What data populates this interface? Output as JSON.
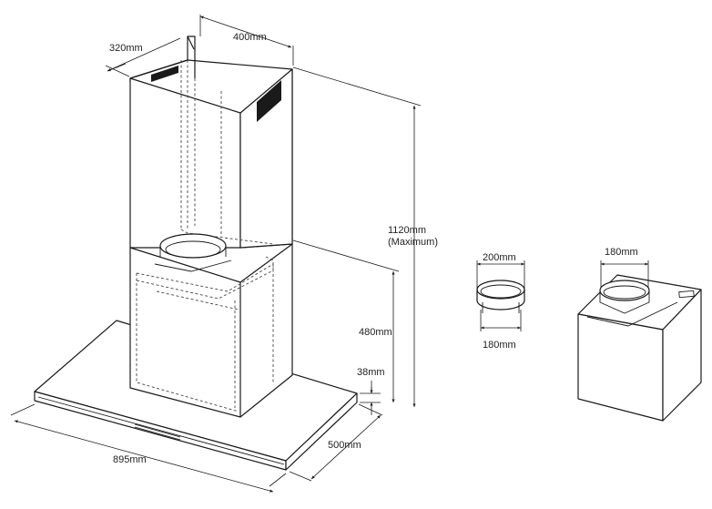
{
  "labels": {
    "chimney_depth": "320mm",
    "chimney_width": "400mm",
    "total_height": "1120mm",
    "total_height_note": "(Maximum)",
    "body_height": "480mm",
    "canopy_thickness": "38mm",
    "canopy_width": "895mm",
    "canopy_depth": "500mm",
    "adapter_outer": "200mm",
    "adapter_inner": "180mm",
    "filter_box_dia": "180mm"
  }
}
